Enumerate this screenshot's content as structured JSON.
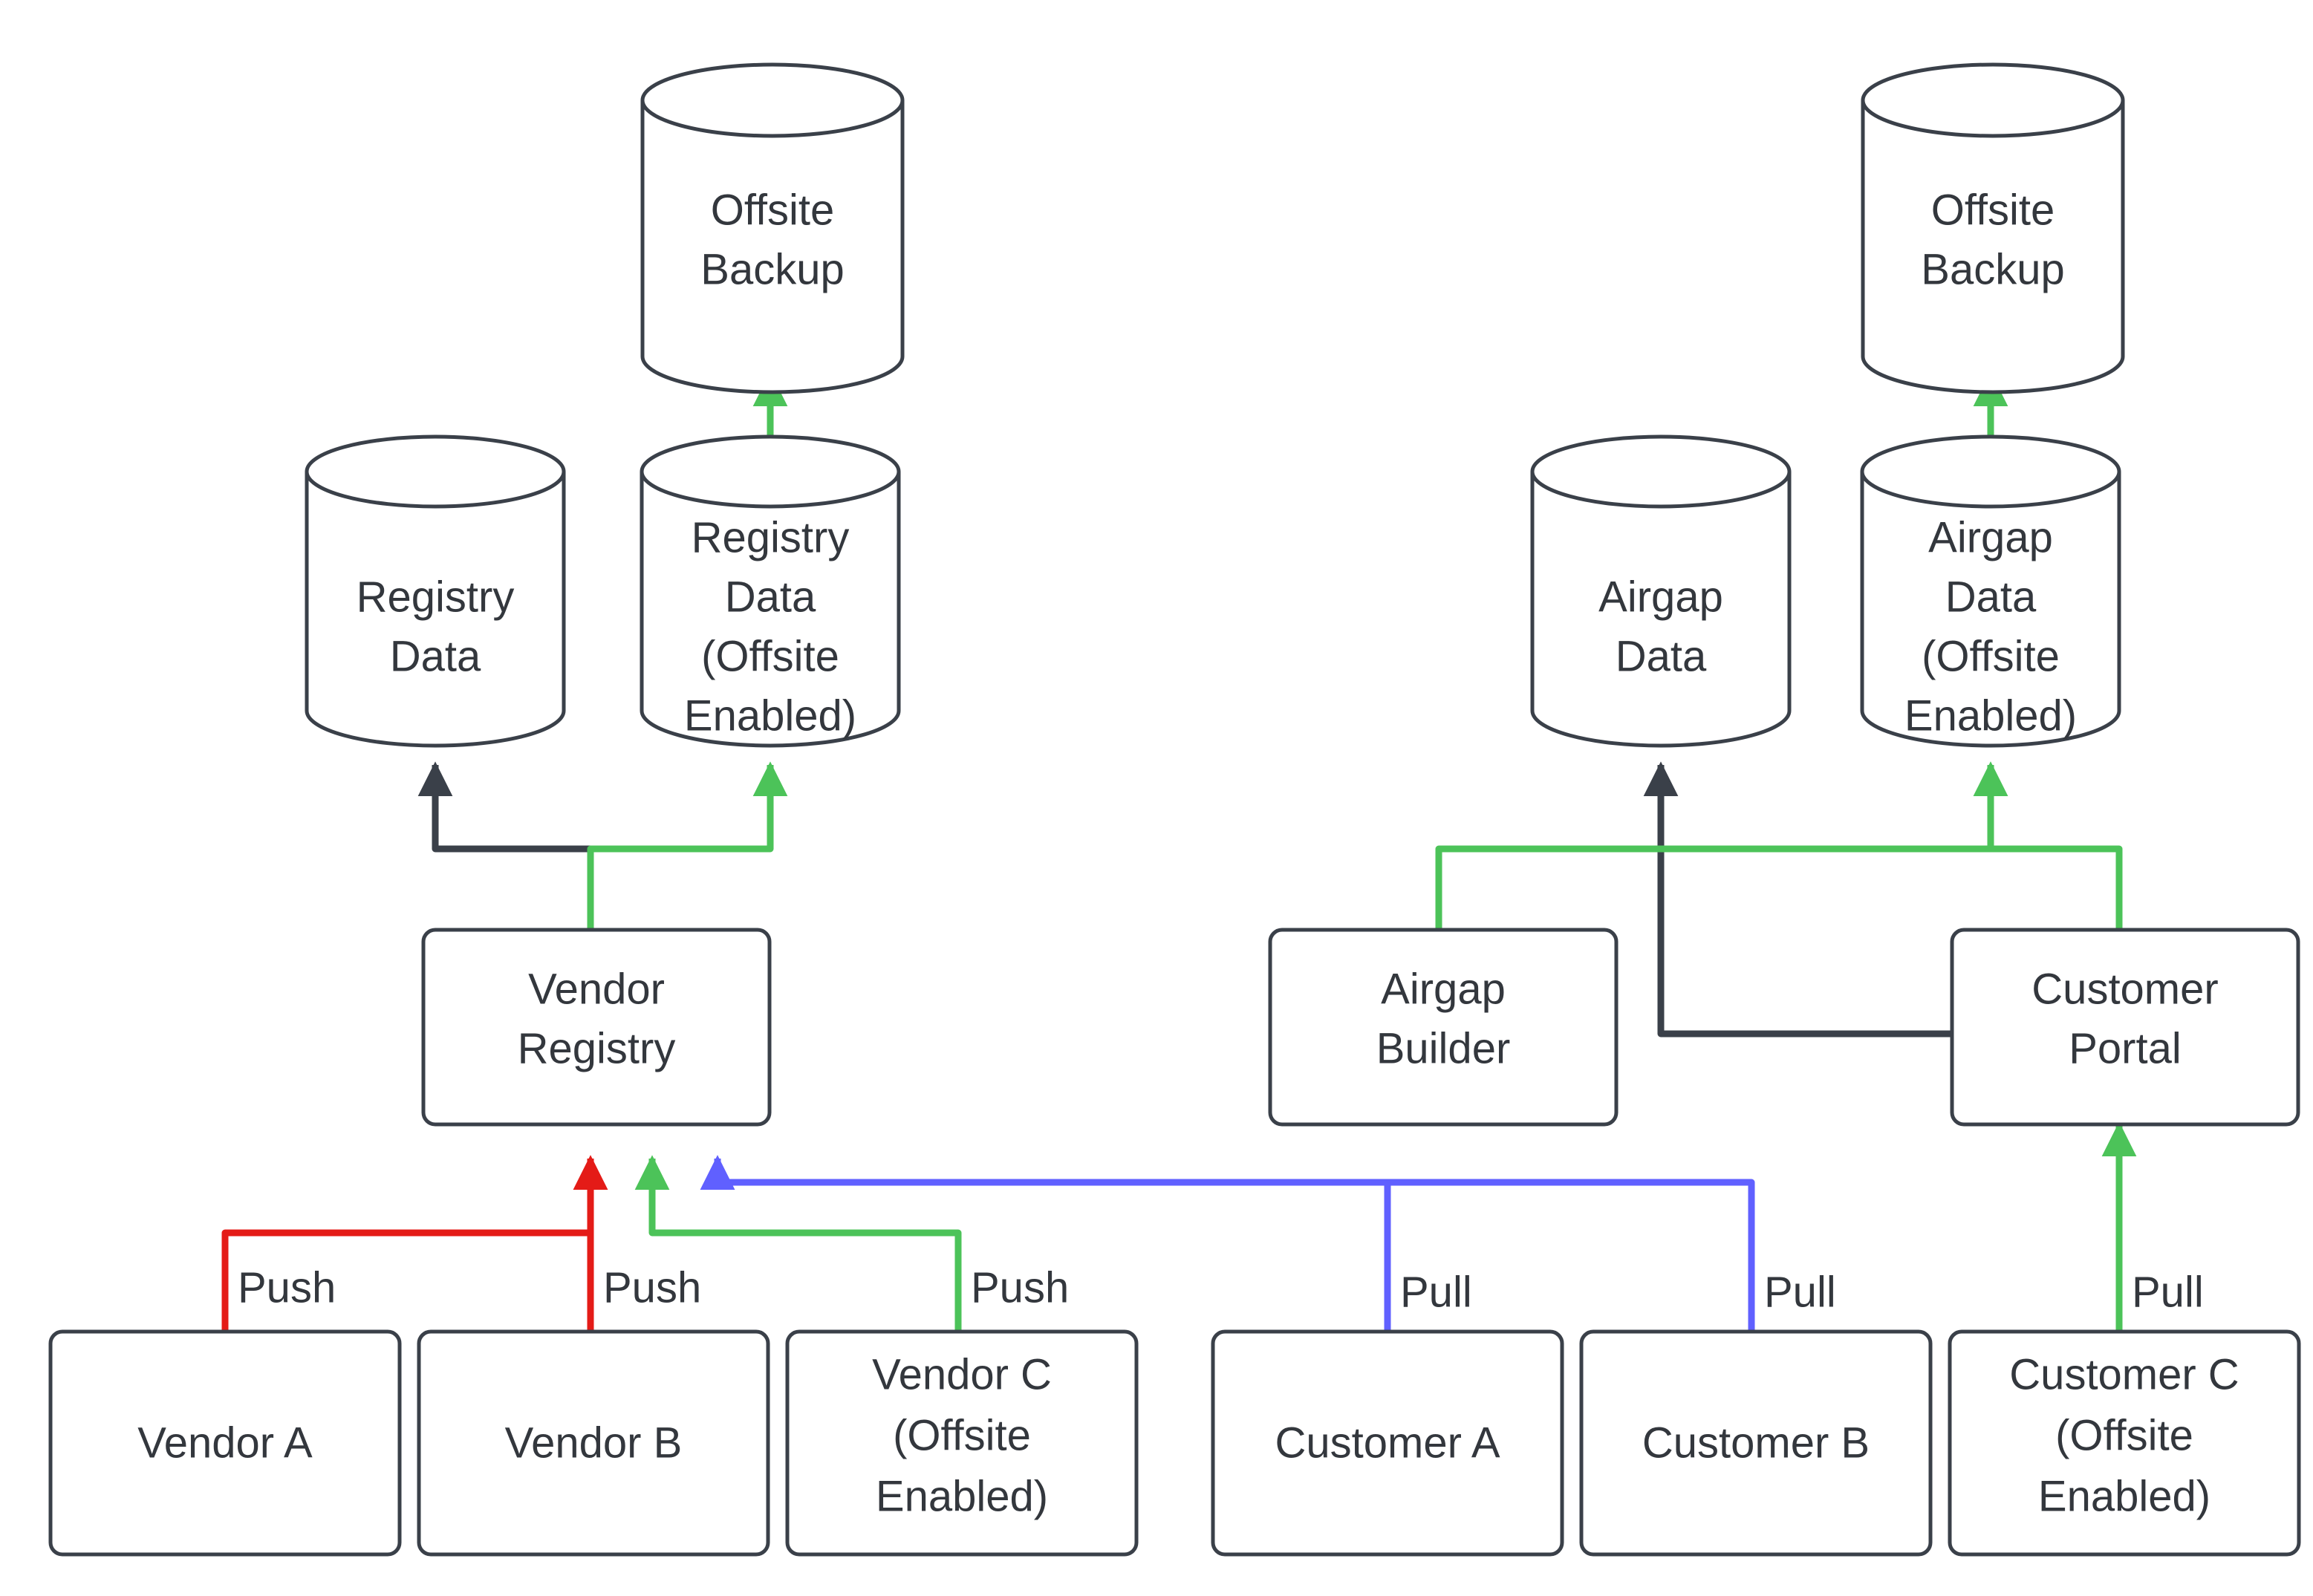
{
  "diagram": {
    "type": "flowchart",
    "title": "Vendor Registry and Customer Portal offsite backup flow",
    "colors": {
      "stroke": "#3a4049",
      "text": "#33373d",
      "background": "#ffffff",
      "green": "#4CC359",
      "red": "#E41B17",
      "blue": "#6060FF",
      "dark": "#3a4049"
    },
    "nodes": {
      "offsite_backup_left": {
        "label": "Offsite\nBackup",
        "line1": "Offsite",
        "line2": "Backup",
        "shape": "cylinder"
      },
      "offsite_backup_right": {
        "label": "Offsite\nBackup",
        "line1": "Offsite",
        "line2": "Backup",
        "shape": "cylinder"
      },
      "registry_data": {
        "line1": "Registry",
        "line2": "Data",
        "shape": "cylinder"
      },
      "registry_data_offsite": {
        "line1": "Registry",
        "line2": "Data",
        "line3": "(Offsite",
        "line4": "Enabled)",
        "shape": "cylinder"
      },
      "airgap_data": {
        "line1": "Airgap",
        "line2": "Data",
        "shape": "cylinder"
      },
      "airgap_data_offsite": {
        "line1": "Airgap",
        "line2": "Data",
        "line3": "(Offsite",
        "line4": "Enabled)",
        "shape": "cylinder"
      },
      "vendor_registry": {
        "line1": "Vendor",
        "line2": "Registry",
        "shape": "rounded-rect"
      },
      "airgap_builder": {
        "line1": "Airgap",
        "line2": "Builder",
        "shape": "rounded-rect"
      },
      "customer_portal": {
        "line1": "Customer",
        "line2": "Portal",
        "shape": "rounded-rect"
      },
      "vendor_a": {
        "line1": "Vendor A",
        "shape": "rounded-rect"
      },
      "vendor_b": {
        "line1": "Vendor B",
        "shape": "rounded-rect"
      },
      "vendor_c": {
        "line1": "Vendor C",
        "line2": "(Offsite",
        "line3": "Enabled)",
        "shape": "rounded-rect"
      },
      "customer_a": {
        "line1": "Customer A",
        "shape": "rounded-rect"
      },
      "customer_b": {
        "line1": "Customer B",
        "shape": "rounded-rect"
      },
      "customer_c": {
        "line1": "Customer C",
        "line2": "(Offsite",
        "line3": "Enabled)",
        "shape": "rounded-rect"
      }
    },
    "edge_labels": {
      "push_a": "Push",
      "push_b": "Push",
      "push_c": "Push",
      "pull_a": "Pull",
      "pull_b": "Pull",
      "pull_c": "Pull"
    },
    "edges": [
      {
        "from": "registry_data_offsite",
        "to": "offsite_backup_left",
        "color": "green",
        "label": ""
      },
      {
        "from": "airgap_data_offsite",
        "to": "offsite_backup_right",
        "color": "green",
        "label": ""
      },
      {
        "from": "vendor_registry",
        "to": "registry_data",
        "color": "dark",
        "label": ""
      },
      {
        "from": "vendor_registry",
        "to": "registry_data_offsite",
        "color": "green",
        "label": ""
      },
      {
        "from": "customer_portal",
        "to": "airgap_data",
        "color": "dark",
        "label": ""
      },
      {
        "from": "airgap_builder",
        "to": "airgap_data_offsite",
        "color": "green",
        "label": ""
      },
      {
        "from": "customer_portal",
        "to": "airgap_data_offsite",
        "color": "green",
        "label": ""
      },
      {
        "from": "vendor_a",
        "to": "vendor_registry",
        "color": "red",
        "label": "Push"
      },
      {
        "from": "vendor_b",
        "to": "vendor_registry",
        "color": "red",
        "label": "Push"
      },
      {
        "from": "vendor_c",
        "to": "vendor_registry",
        "color": "green",
        "label": "Push"
      },
      {
        "from": "customer_a",
        "to": "vendor_registry",
        "color": "blue",
        "label": "Pull"
      },
      {
        "from": "customer_b",
        "to": "vendor_registry",
        "color": "blue",
        "label": "Pull"
      },
      {
        "from": "customer_c",
        "to": "customer_portal",
        "color": "green",
        "label": "Pull"
      }
    ]
  }
}
